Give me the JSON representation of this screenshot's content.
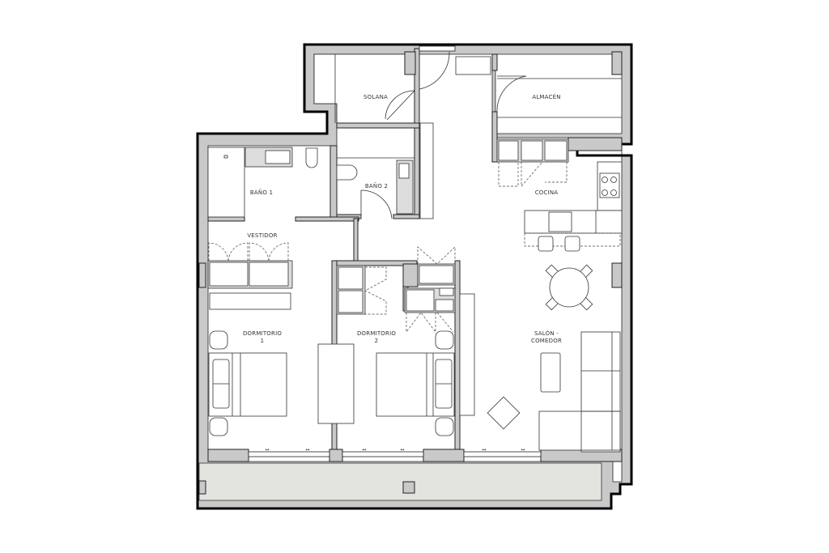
{
  "plan": {
    "rooms": {
      "solana": "SOLANA",
      "almacen": "ALMACÉN",
      "bano1": "BAÑO 1",
      "bano2": "BAÑO 2",
      "cocina": "COCINA",
      "vestidor": "VESTIDOR",
      "dormitorio1": {
        "line1": "DORMITORIO",
        "line2": "1"
      },
      "dormitorio2": {
        "line1": "DORMITORIO",
        "line2": "2"
      },
      "salon": {
        "line1": "SALÓN -",
        "line2": "COMEDOR"
      }
    },
    "colors": {
      "wall": "#c9c9c9",
      "terrace": "#e4e4df",
      "outline": "#000000"
    }
  }
}
